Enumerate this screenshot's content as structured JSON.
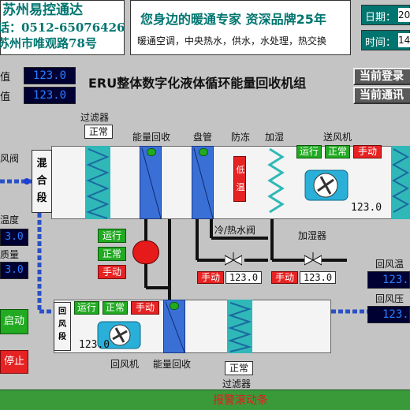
{
  "header": {
    "company_name": "苏州易控通达",
    "phone": "话：0512-65076426",
    "address": "苏州市唯观路78号",
    "slogan": "您身边的暖通专家 资深品牌25年",
    "services": "暖通空调，中央热水，供水，水处理，热交换",
    "date_label": "日期：",
    "date_value": "20",
    "time_label": "时间：",
    "time_value": "14"
  },
  "title": "ERU整体数字化液体循环能量回收机组",
  "top_buttons": {
    "login": "当前登录",
    "comm": "当前通讯"
  },
  "top_values": [
    {
      "label": "值",
      "value": "123.0"
    },
    {
      "label": "值",
      "value": "123.0"
    }
  ],
  "left_panel": {
    "fresh_damper": "风阀",
    "mix_section": "混合段",
    "temp_label": "温度",
    "temp_value": "3.0",
    "quality_label": "质量",
    "quality_value": "3.0",
    "start_button": "启动",
    "stop_button": "停止"
  },
  "components": {
    "filter": "过滤器",
    "energy_recovery": "能量回收",
    "coil": "盘管",
    "antifreeze": "防冻",
    "humidify": "加湿",
    "supply_fan": "送风机",
    "return_fan": "回风机",
    "energy_recovery_lower": "能量回收",
    "return_filter": "过滤器",
    "return_section": "回风段",
    "low_temp": "低温",
    "cw_valve": "冷/热水阀",
    "humidifier": "加湿器"
  },
  "status": {
    "normal": "正常",
    "run": "运行",
    "manual": "手动"
  },
  "values": {
    "supply_fan_value": "123.0",
    "return_fan_value": "123.0",
    "cw_valve_value": "123.0",
    "humidifier_value": "123.0",
    "return_temp_label": "回风温",
    "return_temp_value": "123.",
    "return_press_label": "回风压",
    "return_press_value": "123."
  },
  "alarm_bar": "报警滚动条",
  "colors": {
    "bg": "#c4c4c4",
    "header_teal": "#00756f",
    "value_bg": "#000033",
    "value_text": "#2f7dff",
    "run_green": "#22aa22",
    "manual_red": "#e62222",
    "duct_blue": "#2a50c8"
  }
}
